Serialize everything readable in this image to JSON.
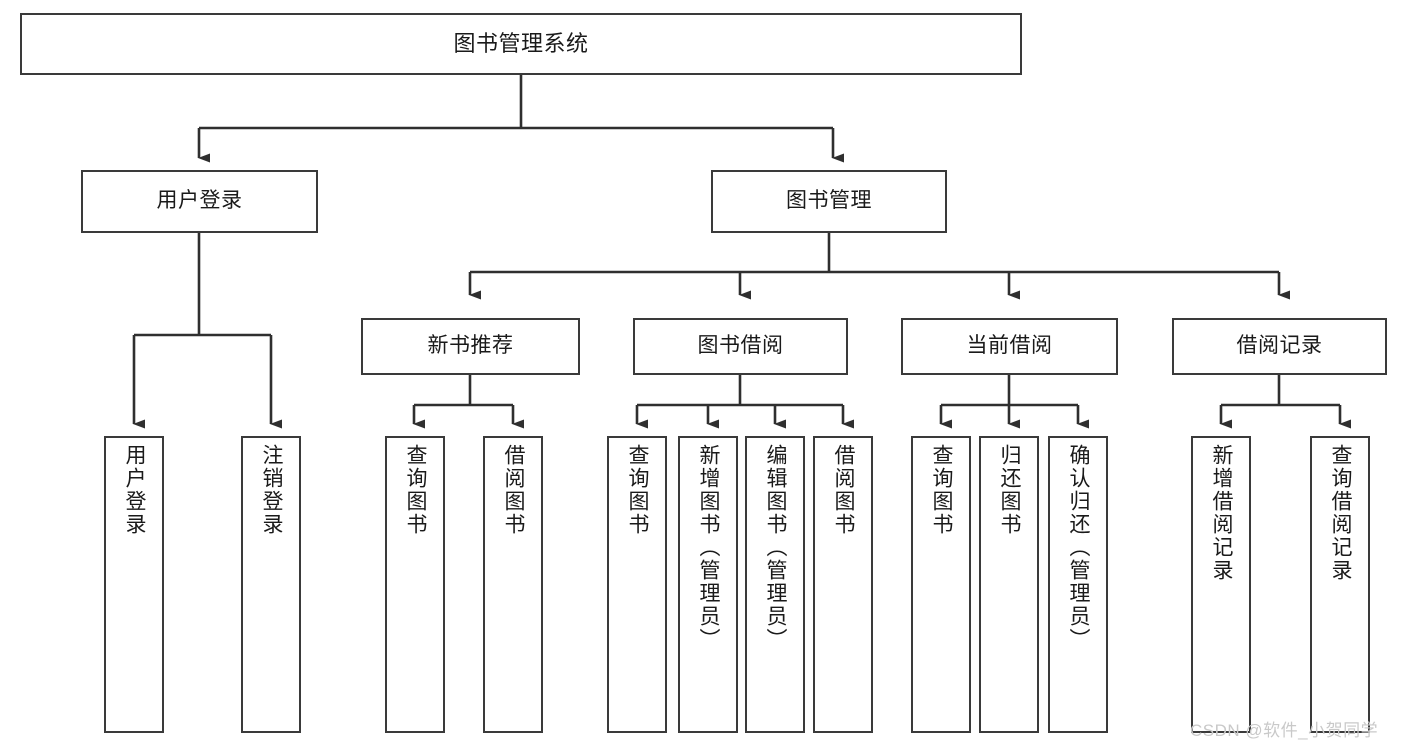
{
  "diagram": {
    "title": "图书管理系统",
    "type": "tree-hierarchy-diagram",
    "colors": {
      "box_border": "#3a3a3a",
      "box_fill": "#ffffff",
      "connector": "#2f2f2f",
      "background": "#ffffff",
      "watermark": "#c9c9c9"
    },
    "root": {
      "label": "图书管理系统"
    },
    "level2": [
      {
        "label": "用户登录"
      },
      {
        "label": "图书管理"
      }
    ],
    "level3": [
      {
        "label": "新书推荐"
      },
      {
        "label": "图书借阅"
      },
      {
        "label": "当前借阅"
      },
      {
        "label": "借阅记录"
      }
    ],
    "leaves": {
      "user_login": [
        {
          "label": "用户登录"
        },
        {
          "label": "注销登录"
        }
      ],
      "new_book": [
        {
          "label": "查询图书"
        },
        {
          "label": "借阅图书"
        }
      ],
      "book_borrow": [
        {
          "label": "查询图书"
        },
        {
          "label": "新增图书（管理员）"
        },
        {
          "label": "编辑图书（管理员）"
        },
        {
          "label": "借阅图书"
        }
      ],
      "current_borrow": [
        {
          "label": "查询图书"
        },
        {
          "label": "归还图书"
        },
        {
          "label": "确认归还（管理员）"
        }
      ],
      "borrow_record": [
        {
          "label": "新增借阅记录"
        },
        {
          "label": "查询借阅记录"
        }
      ]
    }
  },
  "watermark": {
    "text": "CSDN @软件_小贺同学"
  }
}
